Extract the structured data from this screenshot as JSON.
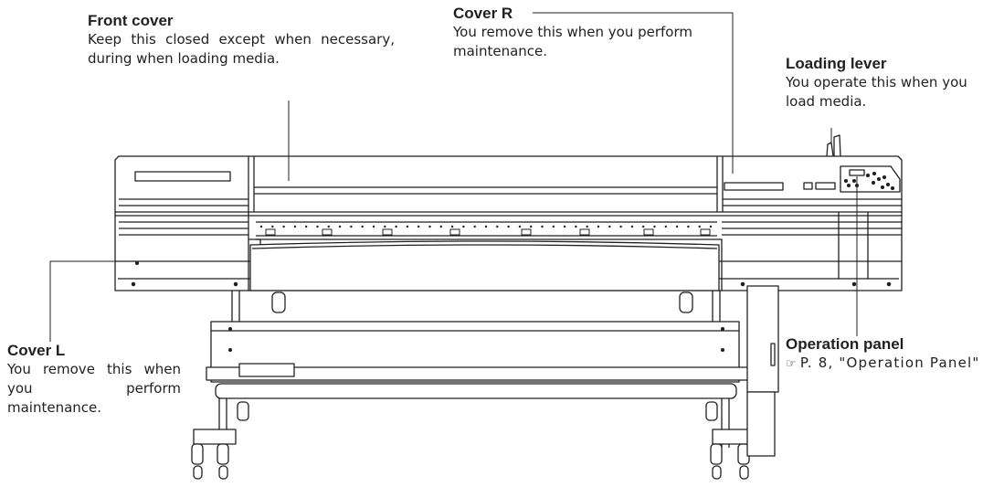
{
  "callouts": {
    "front_cover": {
      "title": "Front cover",
      "description": "Keep this closed except when necessary, during when loading media."
    },
    "cover_r": {
      "title": "Cover R",
      "description": "You remove this when you perform maintenance."
    },
    "loading_lever": {
      "title": "Loading lever",
      "description": "You operate this when you load media."
    },
    "cover_l": {
      "title": "Cover L",
      "description": "You remove this when you perform maintenance."
    },
    "operation_panel": {
      "title": "Operation panel",
      "reference_icon": "pointing-hand-icon",
      "reference": "P. 8, \"Operation Panel\""
    }
  },
  "colors": {
    "line": "#231f20",
    "fill": "#ffffff"
  }
}
